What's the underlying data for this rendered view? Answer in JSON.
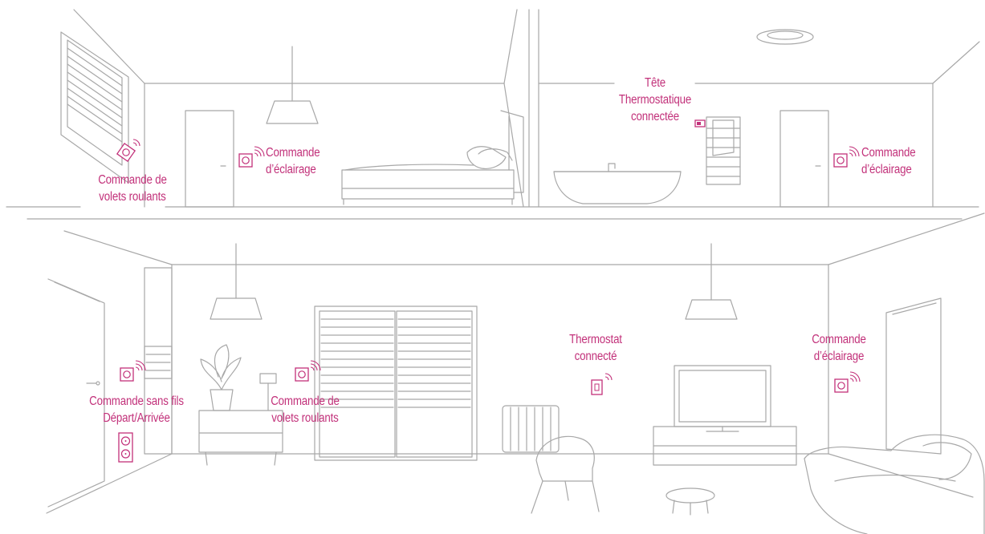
{
  "colors": {
    "line": "#a8a8a8",
    "accent": "#c2317a",
    "background": "#ffffff"
  },
  "icons": [
    "wall-switch-icon",
    "wireless-signal-icon",
    "wall-socket-icon",
    "thermostat-icon",
    "thermostatic-head-icon"
  ],
  "labels": {
    "upstairs_left_shutter": {
      "line1": "Commande de",
      "line2": "volets roulants"
    },
    "upstairs_bedroom_light": {
      "line1": "Commande",
      "line2": "d’éclairage"
    },
    "upstairs_thermo_head": {
      "line1": "Tête",
      "line2": "Thermostatique",
      "line3": "connectée"
    },
    "upstairs_bath_light": {
      "line1": "Commande",
      "line2": "d’éclairage"
    },
    "ground_wireless": {
      "line1": "Commande sans fils",
      "line2": "Départ/Arrivée"
    },
    "ground_shutter": {
      "line1": "Commande de",
      "line2": "volets roulants"
    },
    "ground_thermostat": {
      "line1": "Thermostat",
      "line2": "connecté"
    },
    "ground_right_light": {
      "line1": "Commande",
      "line2": "d’éclairage"
    }
  }
}
